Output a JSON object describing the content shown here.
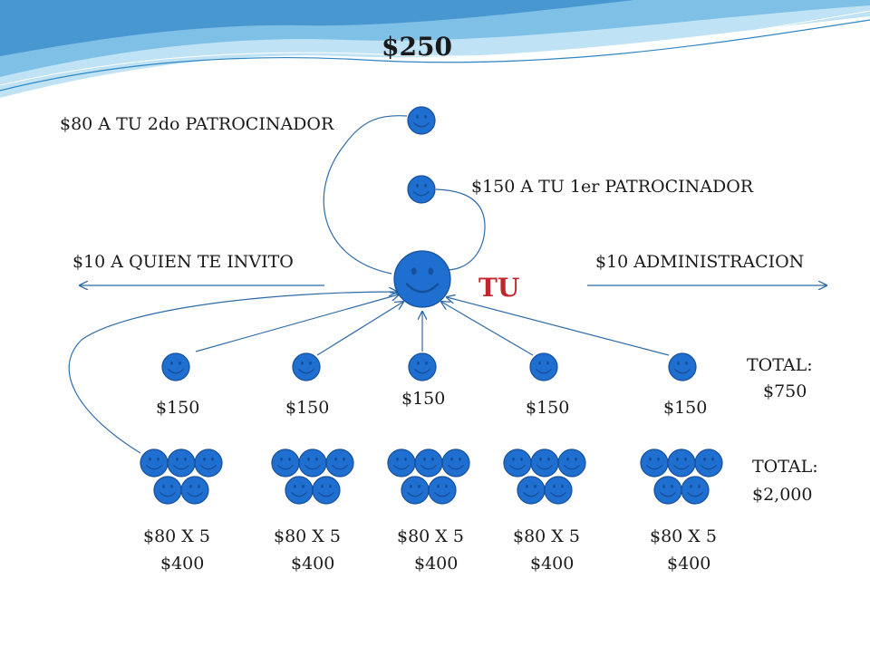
{
  "theme": {
    "face": "#1f6fd1",
    "face_stroke": "#164f9a",
    "line": "#2e6aa8",
    "wave1": "#9fd0ee",
    "wave2": "#5aa8d8",
    "tu_color": "#c0262b"
  },
  "title": "$250",
  "labels": {
    "second_sponsor": "$80 A TU 2do PATROCINADOR",
    "first_sponsor": "$150 A TU 1er PATROCINADOR",
    "inviter": "$10 A QUIEN TE INVITO",
    "admin": "$10 ADMINISTRACION",
    "you": "TU"
  },
  "level1": {
    "amounts": [
      "$150",
      "$150",
      "$150",
      "$150",
      "$150"
    ],
    "total_label": "TOTAL:",
    "total_value": "$750"
  },
  "level2": {
    "groups": [
      {
        "line1": "$80 X 5",
        "line2": "$400"
      },
      {
        "line1": "$80 X 5",
        "line2": "$400"
      },
      {
        "line1": "$80 X 5",
        "line2": "$400"
      },
      {
        "line1": "$80 X 5",
        "line2": "$400"
      },
      {
        "line1": "$80 X 5",
        "line2": "$400"
      }
    ],
    "total_label": "TOTAL:",
    "total_value": "$2,000"
  },
  "icons": {
    "person": "smiley-face-icon"
  }
}
